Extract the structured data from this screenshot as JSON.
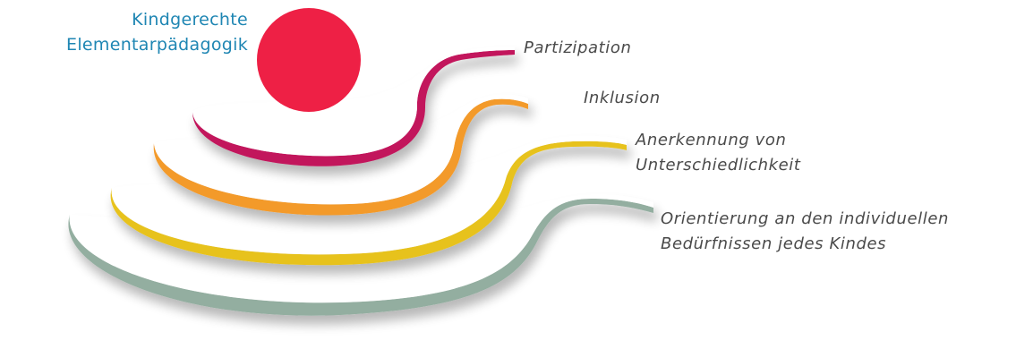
{
  "title": {
    "line1": "Kindgerechte",
    "line2": "Elementarpädagogik"
  },
  "levels": [
    {
      "line1": "Partizipation",
      "line2": "",
      "color": "#c2185b"
    },
    {
      "line1": "Inklusion",
      "line2": "",
      "color": "#f39a2c"
    },
    {
      "line1": "Anerkennung von",
      "line2": "Unterschiedlichkeit",
      "color": "#e7c21f"
    },
    {
      "line1": "Orientierung an den individuellen",
      "line2": "Bedürfnissen jedes Kindes",
      "color": "#93aea0"
    }
  ],
  "center_dot_color": "#ee2045"
}
